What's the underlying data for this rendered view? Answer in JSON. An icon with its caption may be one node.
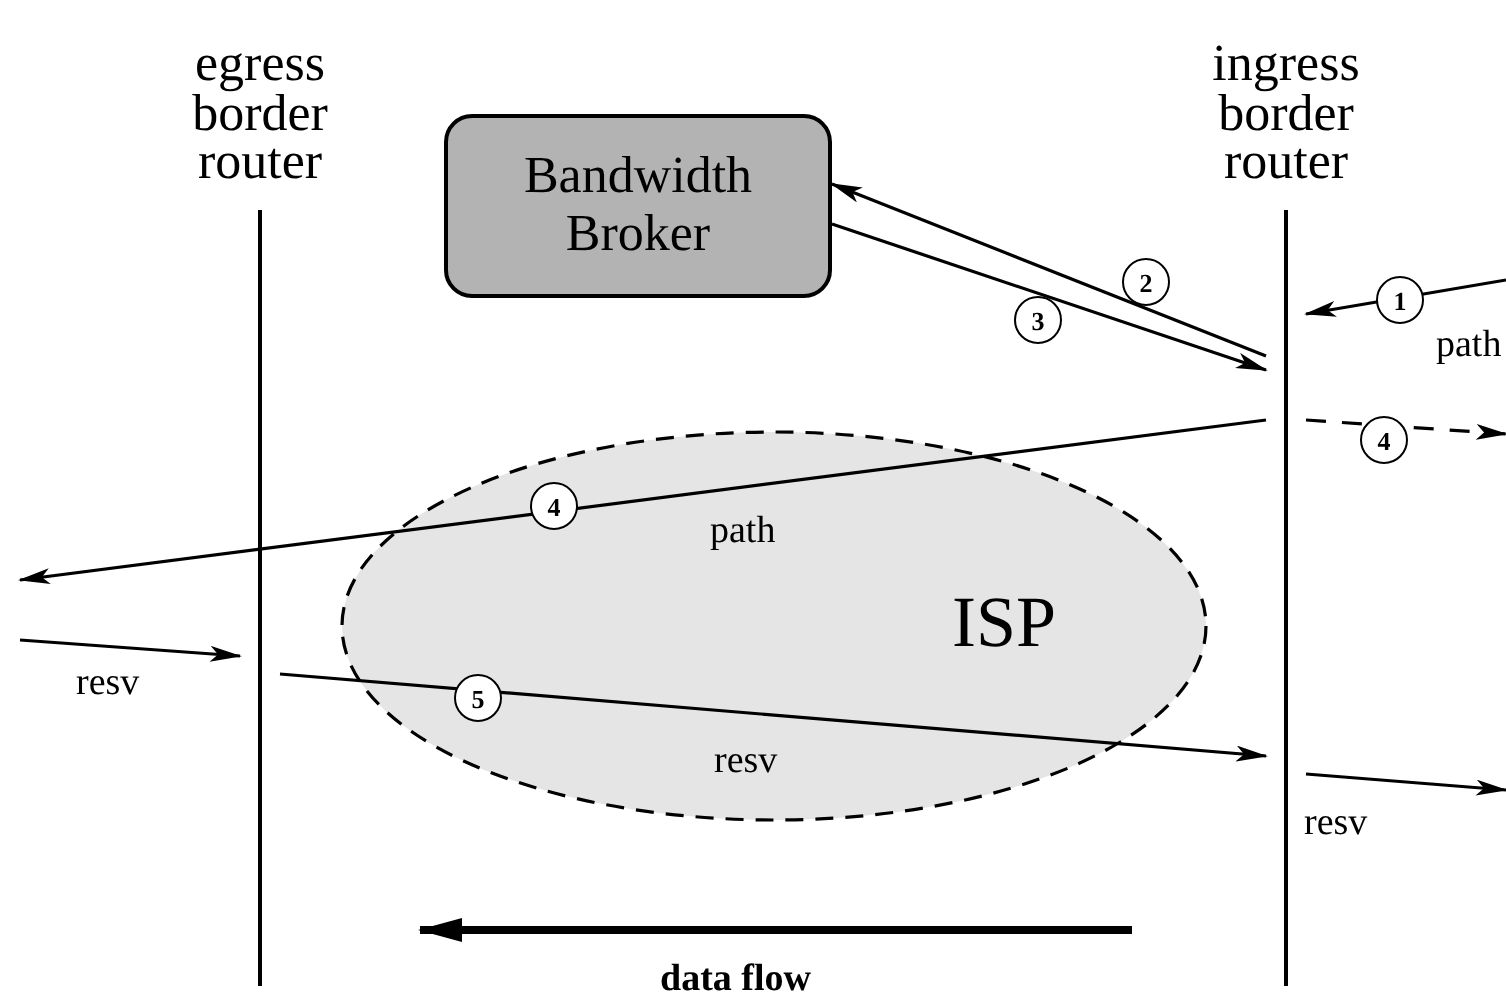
{
  "diagram": {
    "nodes": [
      {
        "text": [
          "egress border router"
        ]
      },
      {
        "text": [
          "Bandwidth Broker"
        ]
      },
      {
        "text": [
          "ingress border router"
        ]
      }
    ],
    "edges": [
      {
        "from": null,
        "to": 2,
        "arrow": "to",
        "label": "1"
      },
      {
        "from": 2,
        "to": 1,
        "arrow": "to",
        "label": "2"
      },
      {
        "from": 1,
        "to": 2,
        "arrow": "to",
        "label": "3"
      },
      {
        "from": 2,
        "to": null,
        "arrow": "to",
        "label": "4",
        "style": "dashed"
      },
      {
        "from": 2,
        "to": null,
        "arrow": "to",
        "label": "4"
      },
      {
        "from": null,
        "to": 0,
        "arrow": "to"
      },
      {
        "from": 0,
        "to": 2,
        "arrow": "to",
        "label": "5"
      },
      {
        "from": 2,
        "to": null,
        "arrow": "to"
      }
    ],
    "labels": [
      "path",
      "path",
      "ISP",
      "resv",
      "resv",
      "resv",
      "data flow"
    ]
  }
}
